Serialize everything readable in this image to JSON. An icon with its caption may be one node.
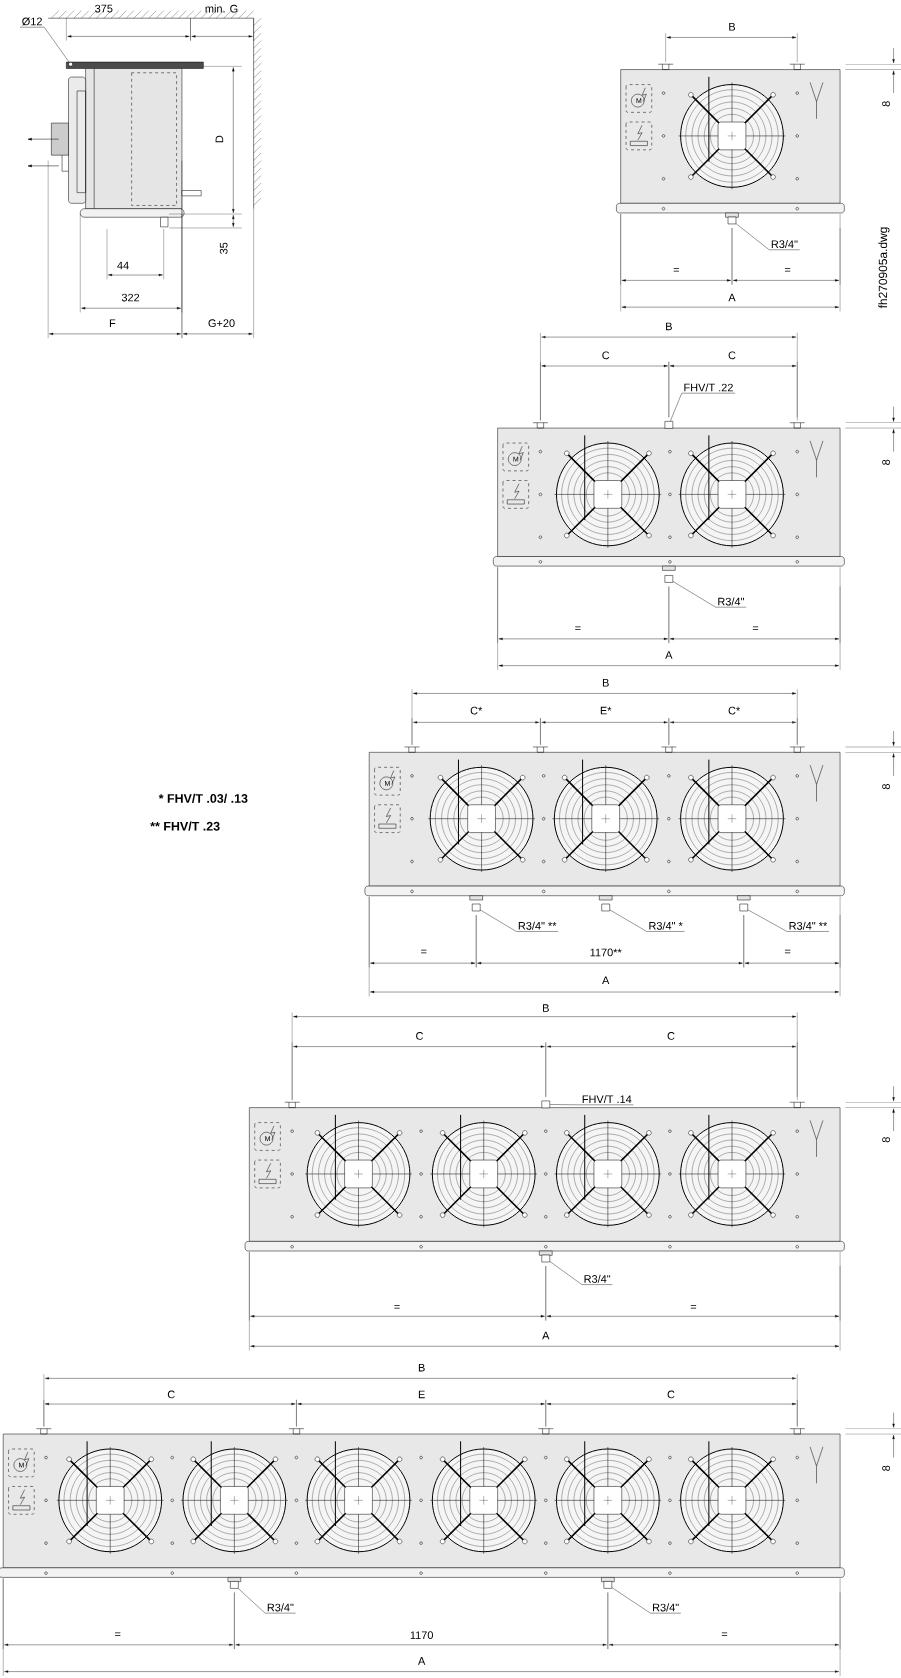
{
  "diagram": {
    "nodes": [
      {
        "text": [
          "Ø12"
        ]
      },
      {
        "text": [
          "R3/4\""
        ]
      },
      {
        "text": [
          "FHV/T .22"
        ]
      },
      {
        "text": [
          "R3/4\""
        ]
      },
      {
        "text": [
          "R3/4\" **"
        ]
      },
      {
        "text": [
          "R3/4\" *"
        ]
      },
      {
        "text": [
          "R3/4\" **"
        ]
      },
      {
        "text": [
          "FHV/T .14"
        ]
      },
      {
        "text": [
          "R3/4\""
        ]
      },
      {
        "text": [
          "R3/4\""
        ]
      },
      {
        "text": [
          "R3/4\""
        ]
      },
      {
        "text": [],
        "shape": "circle"
      },
      {
        "text": [],
        "shape": "box"
      },
      {
        "text": [],
        "shape": "box"
      },
      {
        "text": [],
        "shape": "box"
      },
      {
        "text": [],
        "shape": "box"
      },
      {
        "text": [],
        "shape": "box"
      },
      {
        "text": [],
        "shape": "box"
      },
      {
        "text": [],
        "shape": "box"
      },
      {
        "text": [],
        "shape": "box"
      },
      {
        "text": [],
        "shape": "box"
      },
      {
        "text": [],
        "shape": "box"
      }
    ],
    "edges": [
      {
        "from": 0,
        "to": 11,
        "arrow": "none"
      },
      {
        "from": 1,
        "to": 12,
        "arrow": "none"
      },
      {
        "from": 2,
        "to": 13,
        "arrow": "none"
      },
      {
        "from": 3,
        "to": 14,
        "arrow": "none"
      },
      {
        "from": 4,
        "to": 15,
        "arrow": "none"
      },
      {
        "from": 5,
        "to": 16,
        "arrow": "none"
      },
      {
        "from": 6,
        "to": 17,
        "arrow": "none"
      },
      {
        "from": 7,
        "to": 18,
        "arrow": "none"
      },
      {
        "from": 8,
        "to": 19,
        "arrow": "none"
      },
      {
        "from": 9,
        "to": 20,
        "arrow": "none"
      },
      {
        "from": 10,
        "to": 21,
        "arrow": "none"
      }
    ],
    "labels": [
      "375",
      "min. G",
      "B",
      "8",
      "D",
      "M",
      "fh270905a.dwg",
      "35",
      "44",
      "=",
      "=",
      "322",
      "A",
      "F",
      "G+20",
      "B",
      "C",
      "C",
      "M",
      "8",
      "=",
      "=",
      "A",
      "B",
      "C*",
      "E*",
      "C*",
      "M",
      "8",
      "* FHV/T .03/ .13",
      "** FHV/T .23",
      "=",
      "1170**",
      "=",
      "A",
      "B",
      "C",
      "C",
      "M",
      "8",
      "=",
      "=",
      "A",
      "B",
      "C",
      "E",
      "C",
      "M",
      "8",
      "=",
      "1170",
      "=",
      "A"
    ]
  }
}
